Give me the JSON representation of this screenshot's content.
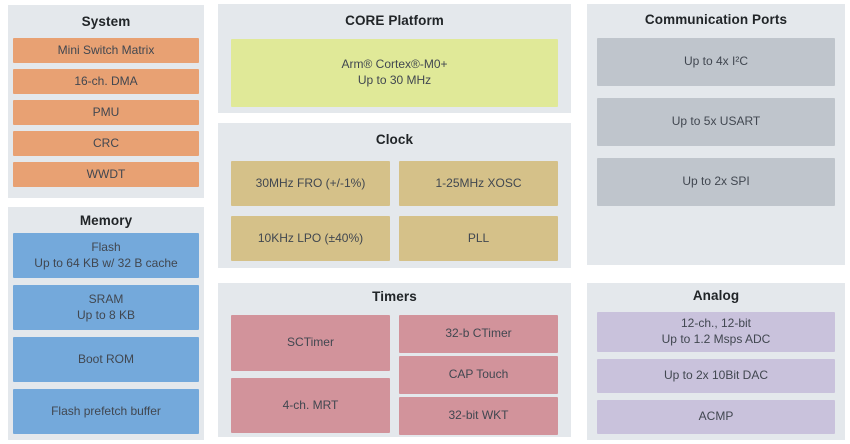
{
  "panels": {
    "system": {
      "title": "System",
      "blocks": [
        "Mini Switch Matrix",
        "16-ch. DMA",
        "PMU",
        "CRC",
        "WWDT"
      ]
    },
    "memory": {
      "title": "Memory",
      "blocks": [
        "Flash\nUp to 64 KB w/ 32 B cache",
        "SRAM\nUp to 8 KB",
        "Boot ROM",
        "Flash prefetch buffer"
      ]
    },
    "core": {
      "title": "CORE Platform",
      "blocks": [
        "Arm® Cortex®-M0+\nUp to 30 MHz"
      ]
    },
    "clock": {
      "title": "Clock",
      "blocks": [
        "30MHz FRO (+/-1%)",
        "1-25MHz XOSC",
        "10KHz LPO (±40%)",
        "PLL"
      ]
    },
    "timers": {
      "title": "Timers",
      "left_blocks": [
        "SCTimer",
        "4-ch. MRT"
      ],
      "right_blocks": [
        "32-b CTimer",
        "CAP Touch",
        "32-bit WKT"
      ]
    },
    "comm": {
      "title": "Communication Ports",
      "blocks": [
        "Up to 4x I²C",
        "Up to 5x USART",
        "Up to 2x SPI"
      ]
    },
    "analog": {
      "title": "Analog",
      "blocks": [
        "12-ch., 12-bit\nUp to 1.2 Msps ADC",
        "Up to 2x 10Bit DAC",
        "ACMP"
      ]
    }
  },
  "colors": {
    "panel_bg": "#E4E8EC",
    "system_block": "#E8A173",
    "memory_block": "#74A9DB",
    "core_block": "#E0E998",
    "clock_block": "#D5C189",
    "timers_block": "#D2939B",
    "comm_block": "#BFC5CC",
    "analog_block": "#C9C2DC",
    "block_text": "#414750",
    "title_text": "#212528"
  }
}
